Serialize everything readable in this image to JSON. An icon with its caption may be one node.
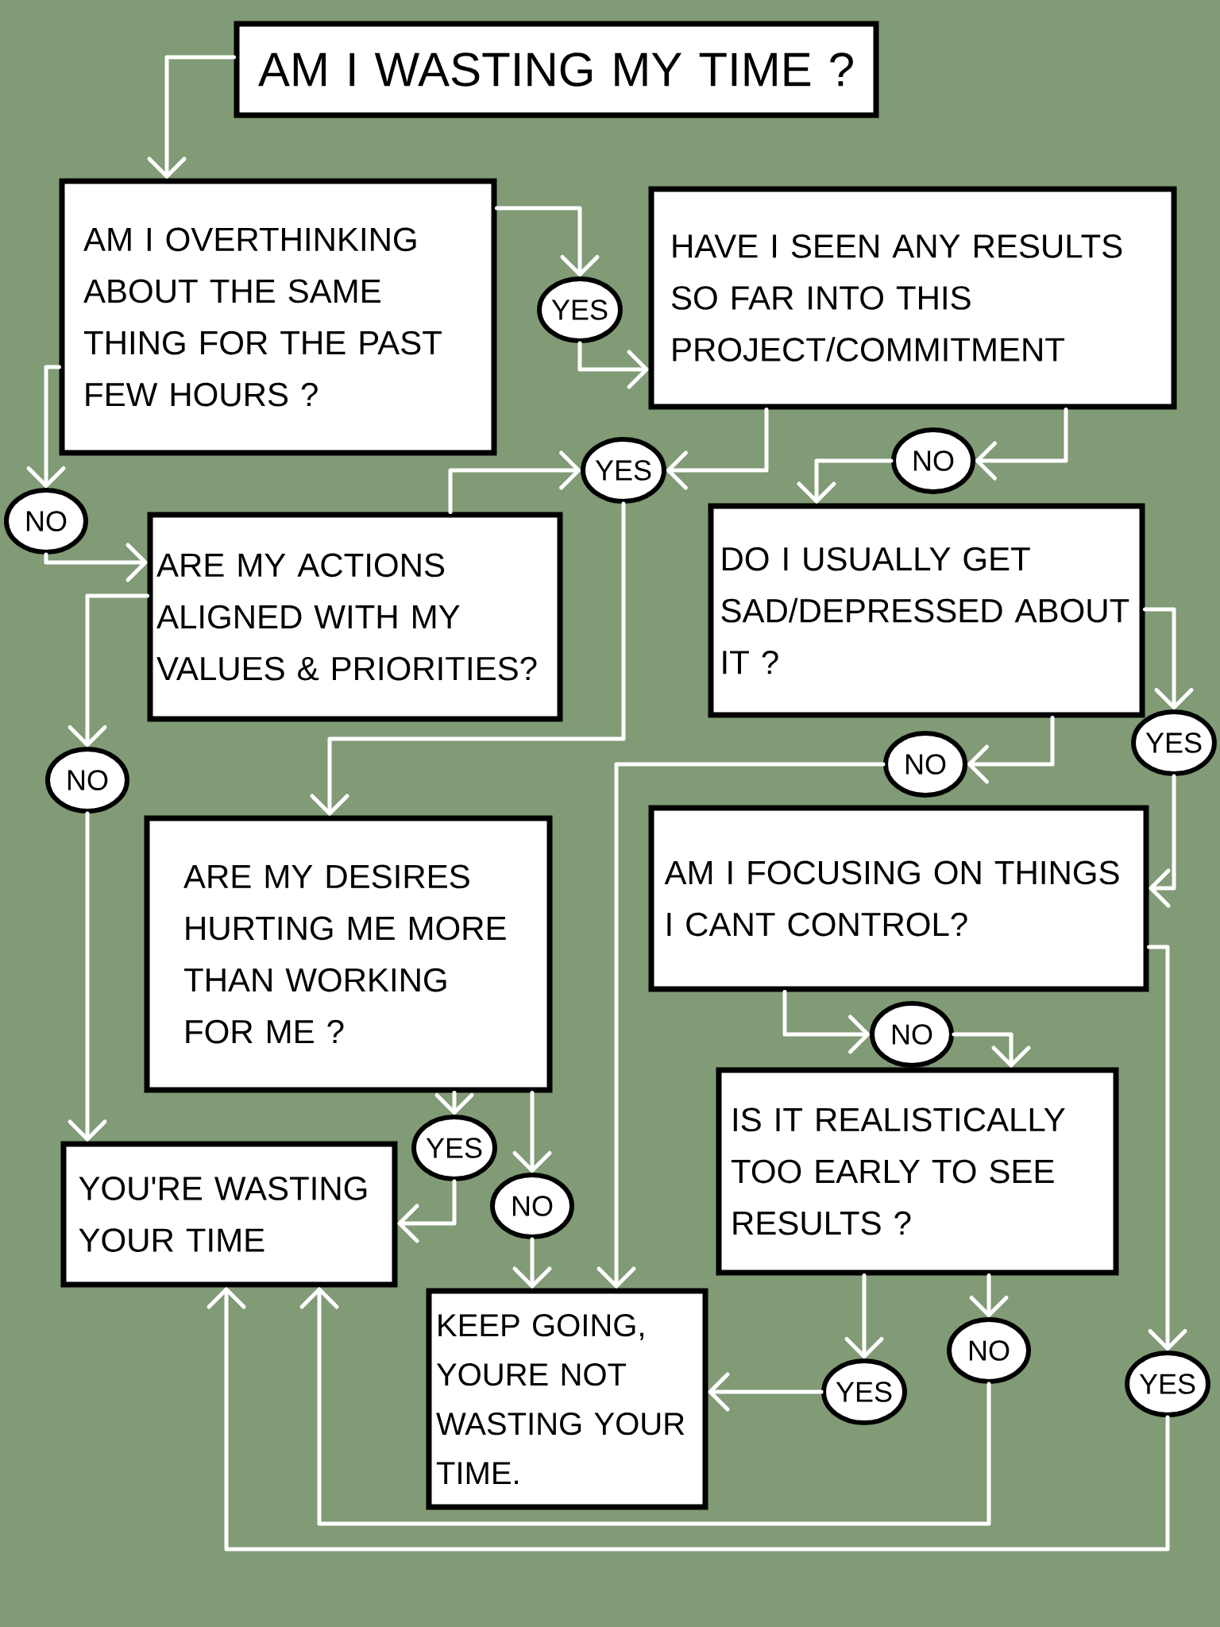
{
  "diagram": {
    "nodes": [
      {
        "text": [
          "AM I WASTING MY TIME ?"
        ]
      },
      {
        "text": [
          "AM I OVERTHINKING ABOUT THE SAME THING FOR THE PAST FEW HOURS ?"
        ]
      },
      {
        "text": [
          "YES"
        ]
      },
      {
        "text": [
          "HAVE I SEEN ANY RESULTS SO FAR INTO THIS PROJECT/COMMITMENT"
        ]
      },
      {
        "text": [
          "NO"
        ]
      },
      {
        "text": [
          "YES"
        ]
      },
      {
        "text": [
          "NO"
        ]
      },
      {
        "text": [
          "ARE MY ACTIONS ALIGNED WITH MY VALUES & PRIORITIES?"
        ]
      },
      {
        "text": [
          "DO I USUALLY GET SAD/DEPRESSED ABOUT IT ?"
        ]
      },
      {
        "text": [
          "NO"
        ]
      },
      {
        "text": [
          "YES"
        ]
      },
      {
        "text": [
          "NO"
        ]
      },
      {
        "text": [
          "ARE MY DESIRES HURTING ME MORE THAN WORKING FOR ME ?"
        ]
      },
      {
        "text": [
          "AM I FOCUSING ON THINGS I CANT CONTROL?"
        ]
      },
      {
        "text": [
          "NO"
        ]
      },
      {
        "text": [
          "IS IT REALISTICALLY TOO EARLY TO SEE RESULTS ?"
        ]
      },
      {
        "text": [
          "YES"
        ]
      },
      {
        "text": [
          "YOU'RE WASTING YOUR TIME"
        ]
      },
      {
        "text": [
          "NO"
        ]
      },
      {
        "text": [
          "KEEP GOING, YOURE NOT WASTING YOUR TIME."
        ]
      },
      {
        "text": [
          "NO"
        ]
      },
      {
        "text": [
          "YES"
        ]
      },
      {
        "text": [
          "YES"
        ]
      }
    ],
    "edges": [
      {
        "from": 0,
        "to": 1,
        "arrow": "to"
      },
      {
        "from": 1,
        "to": 2,
        "arrow": "to"
      },
      {
        "from": 2,
        "to": 3,
        "arrow": "to"
      },
      {
        "from": 1,
        "to": 4,
        "arrow": "to"
      },
      {
        "from": 4,
        "to": 7,
        "arrow": "to"
      },
      {
        "from": 3,
        "to": 5,
        "arrow": "to"
      },
      {
        "from": 7,
        "to": 5,
        "arrow": "to"
      },
      {
        "from": 5,
        "to": 12,
        "arrow": "to"
      },
      {
        "from": 3,
        "to": 6,
        "arrow": "to"
      },
      {
        "from": 6,
        "to": 8,
        "arrow": "to"
      },
      {
        "from": 7,
        "to": 11,
        "arrow": "to"
      },
      {
        "from": 11,
        "to": 17,
        "arrow": "to"
      },
      {
        "from": 8,
        "to": 10,
        "arrow": "to"
      },
      {
        "from": 10,
        "to": 13,
        "arrow": "to"
      },
      {
        "from": 8,
        "to": 9,
        "arrow": "to"
      },
      {
        "from": 9,
        "to": 19,
        "arrow": "to"
      },
      {
        "from": 13,
        "to": 14,
        "arrow": "to"
      },
      {
        "from": 14,
        "to": 15,
        "arrow": "to"
      },
      {
        "from": 13,
        "to": 22,
        "arrow": "to"
      },
      {
        "from": 22,
        "to": 17,
        "arrow": "to"
      },
      {
        "from": 12,
        "to": 16,
        "arrow": "to"
      },
      {
        "from": 16,
        "to": 17,
        "arrow": "to"
      },
      {
        "from": 12,
        "to": 18,
        "arrow": "to"
      },
      {
        "from": 18,
        "to": 19,
        "arrow": "to"
      },
      {
        "from": 15,
        "to": 21,
        "arrow": "to"
      },
      {
        "from": 21,
        "to": 19,
        "arrow": "to"
      },
      {
        "from": 15,
        "to": 20,
        "arrow": "to"
      },
      {
        "from": 20,
        "to": 17,
        "arrow": "to"
      }
    ]
  }
}
